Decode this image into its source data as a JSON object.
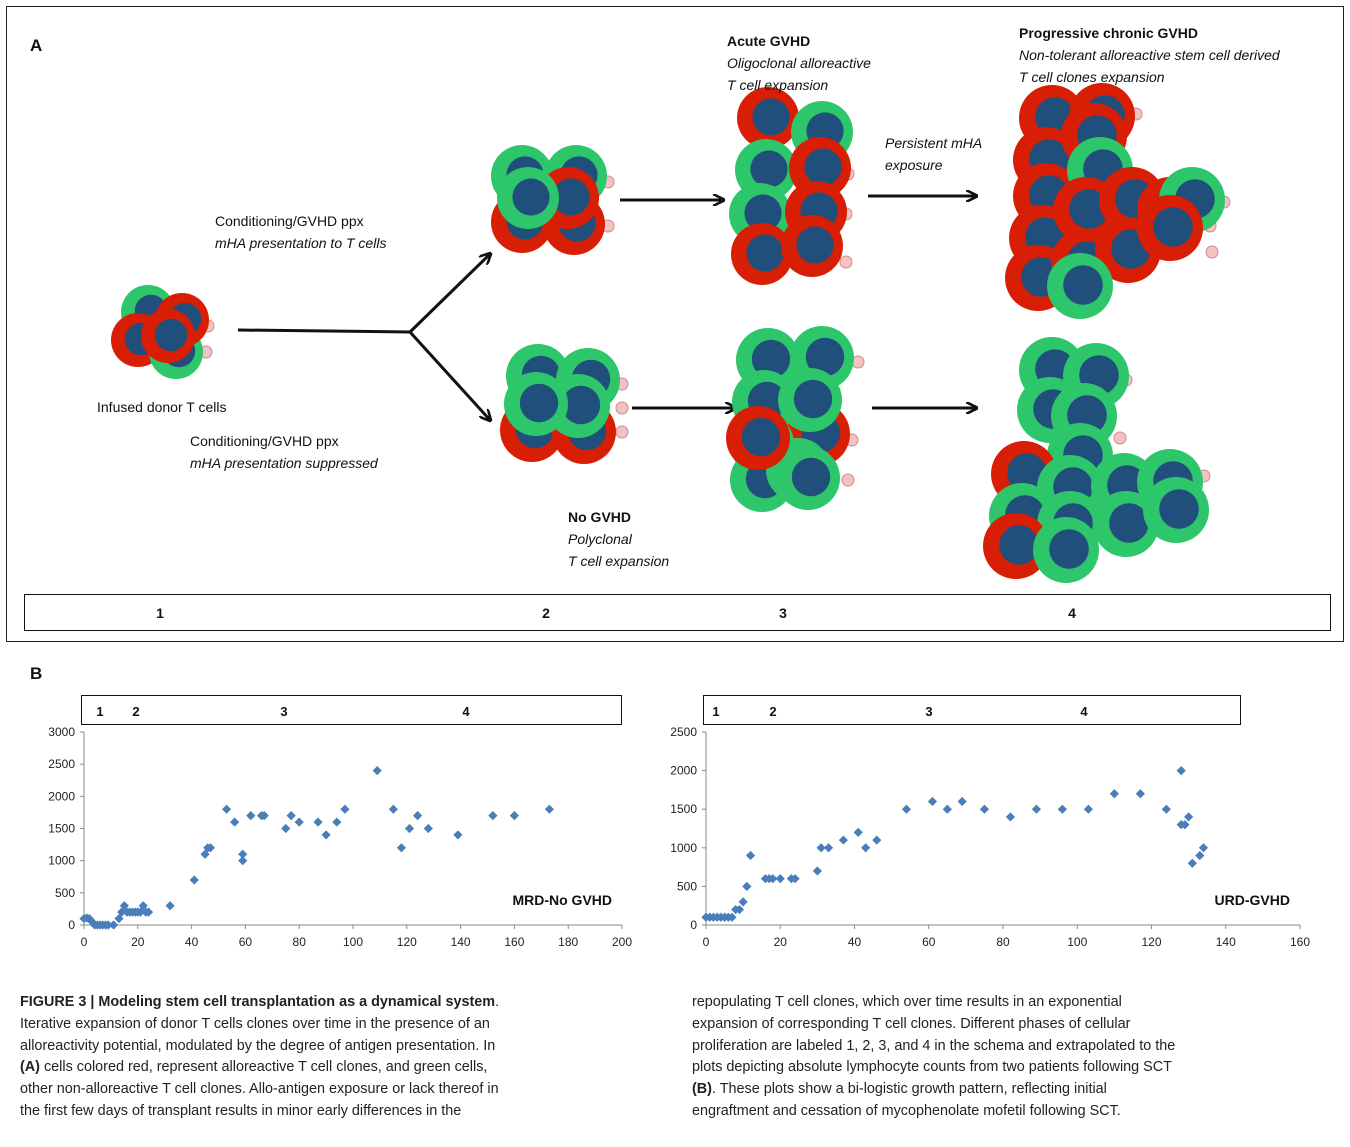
{
  "panel_a": {
    "letter": "A",
    "labels": {
      "acute": {
        "bold": "Acute GVHD",
        "italic1": "Oligoclonal alloreactive",
        "italic2": "T cell expansion"
      },
      "chronic": {
        "bold": "Progressive chronic GVHD",
        "italic1": "Non-tolerant alloreactive stem cell derived",
        "italic2": "T cell clones  expansion"
      },
      "persistent": {
        "italic1": "Persistent mHA",
        "italic2": "exposure"
      },
      "cond_top": {
        "line1": "Conditioning/GVHD ppx",
        "italic": "mHA presentation to T cells"
      },
      "infused": "Infused donor T cells",
      "cond_bottom": {
        "line1": "Conditioning/GVHD ppx",
        "italic": "mHA presentation suppressed"
      },
      "no_gvhd": {
        "bold": "No GVHD",
        "italic1": "Polyclonal",
        "italic2": "T cell expansion"
      }
    },
    "phases": [
      "1",
      "2",
      "3",
      "4"
    ],
    "colors": {
      "alloreactive": "#d81e05",
      "non_alloreactive": "#2ec66a",
      "nucleus": "#1f4f7a"
    }
  },
  "panel_b": {
    "letter": "B",
    "plots": [
      {
        "label": "MRD-No GVHD",
        "phases": [
          "1",
          "2",
          "3",
          "4"
        ]
      },
      {
        "label": "URD-GVHD",
        "phases": [
          "1",
          "2",
          "3",
          "4"
        ]
      }
    ]
  },
  "chart_data": [
    {
      "type": "scatter",
      "title": "MRD-No GVHD",
      "xlim": [
        0,
        200
      ],
      "ylim": [
        0,
        3000
      ],
      "x_ticks": [
        0,
        20,
        40,
        60,
        80,
        100,
        120,
        140,
        160,
        180,
        200
      ],
      "y_ticks": [
        0,
        500,
        1000,
        1500,
        2000,
        2500,
        3000
      ],
      "color": "#4a7ebb",
      "points": [
        [
          0,
          100
        ],
        [
          1,
          110
        ],
        [
          2,
          100
        ],
        [
          3,
          50
        ],
        [
          4,
          0
        ],
        [
          5,
          0
        ],
        [
          6,
          0
        ],
        [
          7,
          0
        ],
        [
          8,
          0
        ],
        [
          9,
          0
        ],
        [
          11,
          0
        ],
        [
          13,
          100
        ],
        [
          14,
          200
        ],
        [
          15,
          300
        ],
        [
          16,
          200
        ],
        [
          17,
          200
        ],
        [
          18,
          200
        ],
        [
          19,
          200
        ],
        [
          20,
          200
        ],
        [
          21,
          200
        ],
        [
          22,
          300
        ],
        [
          23,
          200
        ],
        [
          24,
          200
        ],
        [
          32,
          300
        ],
        [
          41,
          700
        ],
        [
          45,
          1100
        ],
        [
          46,
          1200
        ],
        [
          47,
          1200
        ],
        [
          53,
          1800
        ],
        [
          56,
          1600
        ],
        [
          59,
          1100
        ],
        [
          59,
          1000
        ],
        [
          62,
          1700
        ],
        [
          66,
          1700
        ],
        [
          67,
          1700
        ],
        [
          75,
          1500
        ],
        [
          77,
          1700
        ],
        [
          80,
          1600
        ],
        [
          87,
          1600
        ],
        [
          90,
          1400
        ],
        [
          94,
          1600
        ],
        [
          97,
          1800
        ],
        [
          109,
          2400
        ],
        [
          115,
          1800
        ],
        [
          118,
          1200
        ],
        [
          121,
          1500
        ],
        [
          124,
          1700
        ],
        [
          128,
          1500
        ],
        [
          139,
          1400
        ],
        [
          152,
          1700
        ],
        [
          160,
          1700
        ],
        [
          173,
          1800
        ]
      ]
    },
    {
      "type": "scatter",
      "title": "URD-GVHD",
      "xlim": [
        0,
        160
      ],
      "ylim": [
        0,
        2500
      ],
      "x_ticks": [
        0,
        20,
        40,
        60,
        80,
        100,
        120,
        140,
        160
      ],
      "y_ticks": [
        0,
        500,
        1000,
        1500,
        2000,
        2500
      ],
      "color": "#4a7ebb",
      "points": [
        [
          0,
          100
        ],
        [
          1,
          100
        ],
        [
          2,
          100
        ],
        [
          3,
          100
        ],
        [
          4,
          100
        ],
        [
          5,
          100
        ],
        [
          6,
          100
        ],
        [
          7,
          100
        ],
        [
          8,
          200
        ],
        [
          9,
          200
        ],
        [
          10,
          300
        ],
        [
          11,
          500
        ],
        [
          12,
          900
        ],
        [
          16,
          600
        ],
        [
          17,
          600
        ],
        [
          18,
          600
        ],
        [
          20,
          600
        ],
        [
          23,
          600
        ],
        [
          24,
          600
        ],
        [
          30,
          700
        ],
        [
          31,
          1000
        ],
        [
          33,
          1000
        ],
        [
          37,
          1100
        ],
        [
          41,
          1200
        ],
        [
          43,
          1000
        ],
        [
          46,
          1100
        ],
        [
          54,
          1500
        ],
        [
          61,
          1600
        ],
        [
          65,
          1500
        ],
        [
          69,
          1600
        ],
        [
          75,
          1500
        ],
        [
          82,
          1400
        ],
        [
          89,
          1500
        ],
        [
          96,
          1500
        ],
        [
          103,
          1500
        ],
        [
          110,
          1700
        ],
        [
          117,
          1700
        ],
        [
          124,
          1500
        ],
        [
          128,
          2000
        ],
        [
          128,
          1300
        ],
        [
          129,
          1300
        ],
        [
          130,
          1400
        ],
        [
          131,
          800
        ],
        [
          133,
          900
        ],
        [
          134,
          1000
        ]
      ]
    }
  ],
  "caption": {
    "heading": "FIGURE 3 | Modeling stem cell transplantation as a dynamical system",
    "heading_end": ".",
    "left": {
      "l1": "Iterative expansion of donor T cells clones over time in the presence of an",
      "l2": "alloreactivity potential, modulated by the degree of antigen presentation. In",
      "l3a": "(A)",
      "l3b": " cells colored red, represent alloreactive T cell clones, and green cells,",
      "l4": "other non-alloreactive T cell clones. Allo-antigen exposure or lack thereof in",
      "l5": "the first few days of transplant results in minor early differences in the"
    },
    "right": {
      "r1": "repopulating T cell clones, which over time results in an exponential",
      "r2": "expansion of corresponding T cell clones. Different phases of cellular",
      "r3": "proliferation are labeled 1, 2, 3, and 4 in the schema and extrapolated to the",
      "r4": "plots depicting absolute lymphocyte counts from two patients following SCT",
      "r5a": "(B)",
      "r5b": ". These plots show a bi-logistic growth pattern, reflecting initial",
      "r6": "engraftment and cessation of mycophenolate mofetil following SCT."
    }
  }
}
